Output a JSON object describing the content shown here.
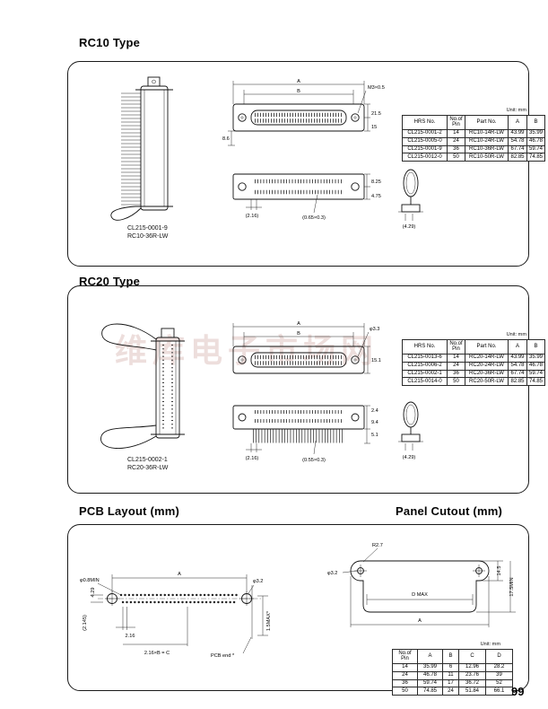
{
  "page": {
    "number": "99",
    "watermark": "维库电子市场网"
  },
  "rc10": {
    "title": "RC10 Type",
    "caption1": "CL215-0001-9",
    "caption2": "RC10-36R-LW",
    "labels": {
      "A": "A",
      "B": "B",
      "m3": "M3×0.5",
      "p216": "(2.16)",
      "slot": "(0.65×0.3)",
      "p429": "(4.29)",
      "d1": "21.5",
      "d2": "15",
      "d3": "8.6",
      "d4": "8.25",
      "d5": "4.75"
    },
    "table": {
      "unit": "Unit: mm",
      "headers": [
        "HRS No.",
        "No.of Pin",
        "Part No.",
        "A",
        "B"
      ],
      "rows": [
        [
          "CL215-0001-2",
          "14",
          "RC10-14R-LW",
          "43.99",
          "35.99"
        ],
        [
          "CL215-0005-0",
          "24",
          "RC10-24R-LW",
          "54.78",
          "46.78"
        ],
        [
          "CL215-0001-9",
          "36",
          "RC10-36R-LW",
          "67.74",
          "59.74"
        ],
        [
          "CL215-0012-0",
          "50",
          "RC10-50R-LW",
          "82.85",
          "74.85"
        ]
      ]
    }
  },
  "rc20": {
    "title": "RC20 Type",
    "caption1": "CL215-0002-1",
    "caption2": "RC20-36R-LW",
    "labels": {
      "A": "A",
      "B": "B",
      "hole": "φ3.3",
      "p216": "(2.16)",
      "slot": "(0.55×0.3)",
      "p429": "(4.29)",
      "d1": "15.1",
      "d2": "2.4",
      "d3": "9.4",
      "d4": "5.1"
    },
    "table": {
      "unit": "Unit: mm",
      "headers": [
        "HRS No.",
        "No.of Pin",
        "Part No.",
        "A",
        "B"
      ],
      "rows": [
        [
          "CL215-0013-6",
          "14",
          "RC20-14R-LW",
          "43.99",
          "35.99"
        ],
        [
          "CL215-0006-2",
          "24",
          "RC20-24R-LW",
          "54.78",
          "46.78"
        ],
        [
          "CL215-0002-1",
          "36",
          "RC20-36R-LW",
          "67.74",
          "59.74"
        ],
        [
          "CL215-0014-0",
          "50",
          "RC20-50R-LW",
          "82.85",
          "74.85"
        ]
      ]
    }
  },
  "bottom": {
    "pcb_title": "PCB Layout (mm)",
    "panel_title": "Panel Cutout (mm)",
    "labels": {
      "hole": "φ0.8MIN",
      "A": "A",
      "d429": "4.29",
      "d2145": "(2.145)",
      "pitch": "2.16",
      "formula": "2.16×B = C",
      "pcbend": "PCB end *",
      "max15": "1.5MAX*",
      "d32a": "φ3.2",
      "d32b": "φ3.2",
      "r27": "R2.7",
      "dmax": "D MAX",
      "A2": "A",
      "d145": "14.5",
      "d175": "17.5MIN"
    },
    "table": {
      "unit": "Unit: mm",
      "headers": [
        "No.of Pin",
        "A",
        "B",
        "C",
        "D"
      ],
      "rows": [
        [
          "14",
          "35.99",
          "6",
          "12.96",
          "28.2"
        ],
        [
          "24",
          "46.78",
          "11",
          "23.76",
          "39"
        ],
        [
          "36",
          "59.74",
          "17",
          "36.72",
          "52"
        ],
        [
          "50",
          "74.85",
          "24",
          "51.84",
          "66.1"
        ]
      ]
    }
  }
}
